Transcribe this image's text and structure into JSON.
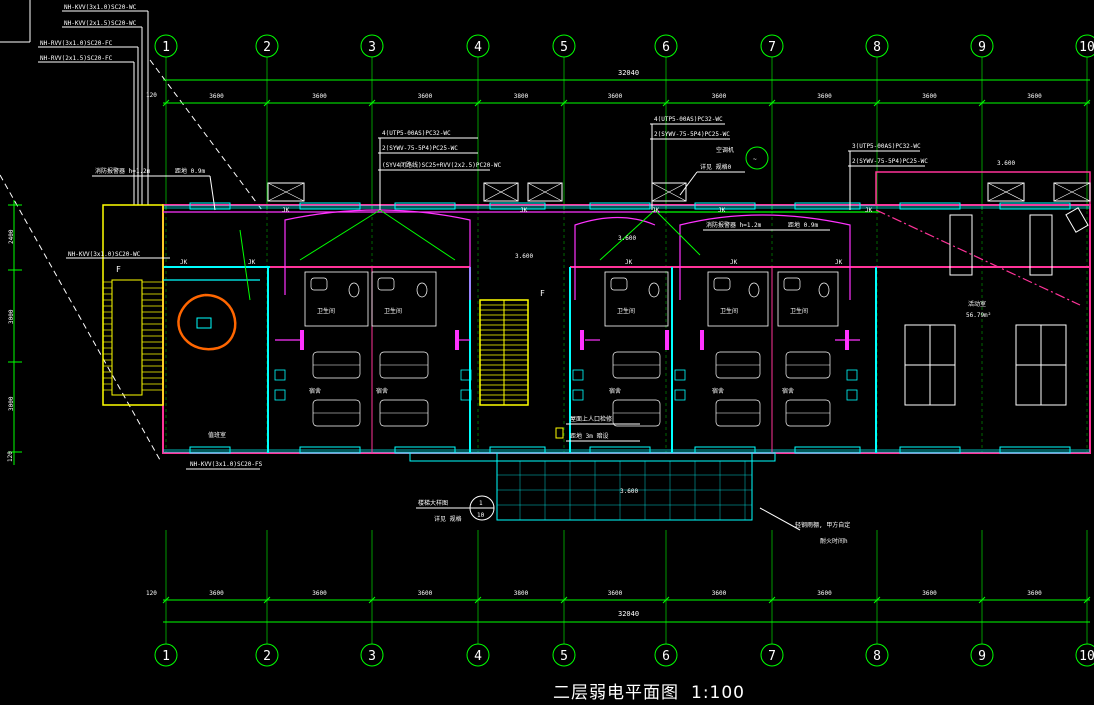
{
  "drawing": {
    "title": "二层弱电平面图",
    "scale": "1:100",
    "axis_labels": [
      "1",
      "2",
      "3",
      "4",
      "5",
      "6",
      "7",
      "8",
      "9",
      "10"
    ],
    "spans_mm": [
      "3600",
      "3600",
      "3600",
      "3800",
      "3600",
      "3600",
      "3600",
      "3600",
      "3600"
    ],
    "total_length": "32040",
    "edge_dim": "120",
    "vertical_dims": [
      "2400",
      "3000",
      "3000",
      "120"
    ]
  },
  "labels": {
    "cable_top_1": "NH-KVV(3x1.0)SC20-WC",
    "cable_top_2": "NH-KVV(2x1.5)SC20-WC",
    "cable_top_3": "NH-RVV(3x1.0)SC20-FC",
    "cable_top_4": "NH-RVV(2x1.5)SC20-FC",
    "cable_left": "NH-KVV(3x1.0)SC20-WC",
    "cable_bottom": "NH-KVV(3x1.0)SC20-FS",
    "bundle_a_1": "4(UTP5-00AS)PC32-WC",
    "bundle_a_2": "2(SYWV-75-5P4)PC25-WC",
    "bundle_a_3": "(SYV4闭路线)SC25+RVV(2x2.5)PC20-WC",
    "bundle_b_1": "4(UTP5-00AS)PC32-WC",
    "bundle_b_2": "2(SYWV-75-5P4)PC25-WC",
    "bundle_c_1": "3(UTP5-00AS)PC32-WC",
    "bundle_c_2": "2(SYWV-75-5P4)PC25-WC",
    "fire_box_1": "消防报警器 h=1.2m",
    "fire_box_1_dist": "距地 0.9m",
    "fire_box_2": "消防报警器 h=1.2m",
    "fire_box_2_dist": "距地 0.9m",
    "aircon": "空调机",
    "aircon_note": "详见 规格0",
    "aircon_sym": "~",
    "level_1": "3.600",
    "level_2": "3.600",
    "level_3": "3.600",
    "level_4": "3.600",
    "room_big": "活动室",
    "room_big_area": "56.79m²",
    "room_left": "值班室",
    "toilet": "卫生间",
    "bed": "宿舍",
    "jk": "JK",
    "roof_access_1": "屋面上人口检修",
    "roof_access_2": "距地 3m  暗设",
    "stair_note_1": "楼梯大样图",
    "stair_note_2": "详见 规格",
    "stair_circle_top": "1",
    "stair_circle_bottom": "10",
    "canopy_note_1": "轻钢雨棚, 甲方自定",
    "canopy_note_2": "耐火时间h",
    "up_mark": "F"
  },
  "colors": {
    "background": "#000000",
    "axis": "#00ff00",
    "dimension": "#00ff00",
    "wall": "#ff3399",
    "wall_fill": "#00ffff",
    "cable": "#ff33ff",
    "stair": "#ffff00",
    "fixture": "#ffffff",
    "text": "#ffffff",
    "highlight": "#ff6600",
    "window": "#00ffff"
  }
}
